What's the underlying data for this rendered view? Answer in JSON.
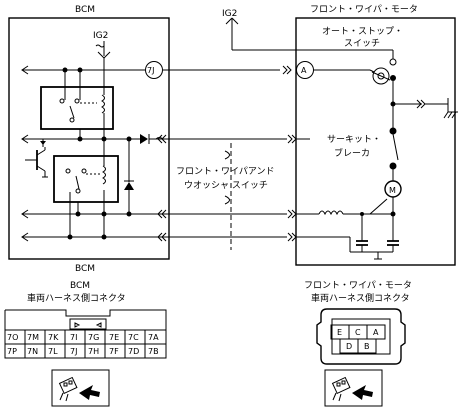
{
  "labels": {
    "bcm_title": "BCM",
    "bcm_bottom": "BCM",
    "ig2_top": "IG2",
    "ig2_inner": "IG2",
    "motor_title": "フロント・ワイパ・モータ",
    "auto_stop_1": "オート・ストップ・",
    "auto_stop_2": "スイッチ",
    "circuit_1": "サーキット・",
    "circuit_2": "ブレーカ",
    "switch_1": "フロント・ワイパアンド",
    "switch_2": "ウオッシャ スイッチ",
    "bcm_conn_1": "BCM",
    "bcm_conn_2": "車両ハーネス側コネクタ",
    "motor_conn_1": "フロント・ワイパ・モータ",
    "motor_conn_2": "車両ハーネス側コネクタ",
    "term_7j": "7J",
    "term_a": "A",
    "motor_m": "M"
  },
  "bcm_connector": {
    "row1": [
      "7O",
      "7M",
      "7K",
      "7I",
      "7G",
      "7E",
      "7C",
      "7A"
    ],
    "row2": [
      "7P",
      "7N",
      "7L",
      "7J",
      "7H",
      "7F",
      "7D",
      "7B"
    ]
  },
  "motor_connector": {
    "row1": [
      "E",
      "C",
      "A"
    ],
    "row2": [
      "D",
      "B"
    ]
  }
}
